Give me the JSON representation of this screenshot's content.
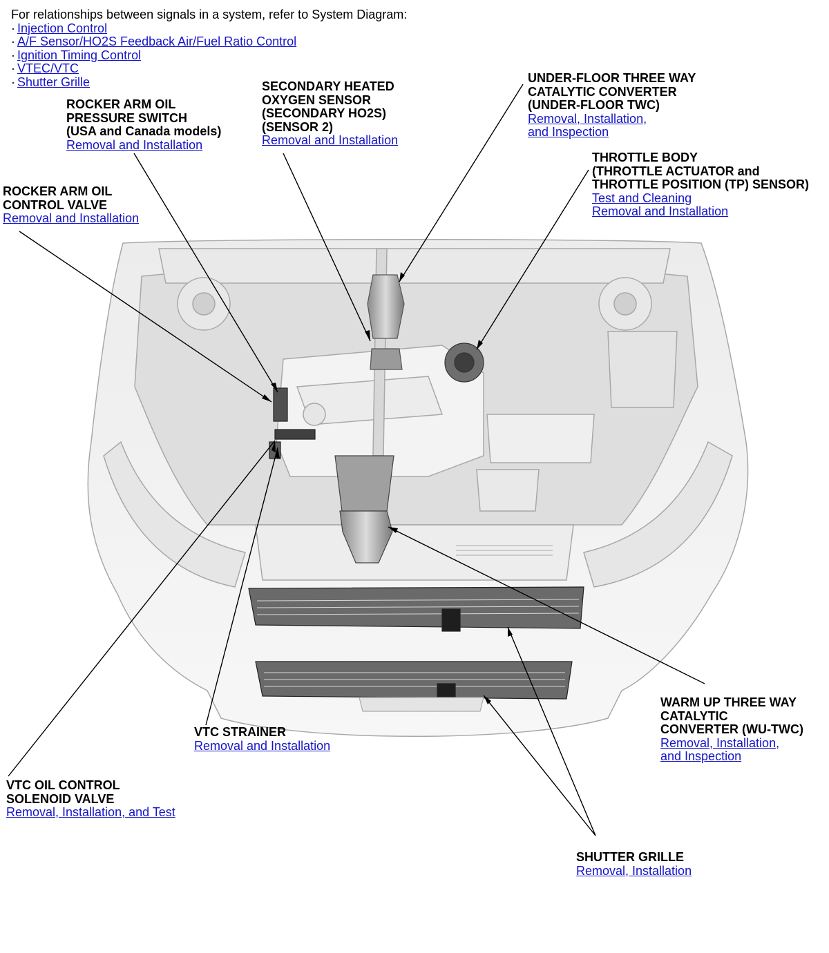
{
  "intro": {
    "text": "For relationships between signals in a system, refer to System Diagram:",
    "bullet": "·",
    "links": [
      "Injection Control",
      "A/F Sensor/HO2S Feedback Air/Fuel Ratio Control",
      "Ignition Timing Control",
      "VTEC/VTC",
      "Shutter Grille"
    ]
  },
  "callouts": {
    "rocker_switch": {
      "title": [
        "ROCKER ARM OIL",
        "PRESSURE SWITCH",
        "(USA and Canada models)"
      ],
      "links": [
        "Removal and Installation"
      ]
    },
    "secondary_ho2s": {
      "title": [
        "SECONDARY HEATED",
        "OXYGEN SENSOR",
        "(SECONDARY HO2S)",
        "(SENSOR 2)"
      ],
      "links": [
        "Removal and Installation"
      ]
    },
    "underfloor_twc": {
      "title": [
        "UNDER-FLOOR THREE WAY",
        "CATALYTIC CONVERTER",
        "(UNDER-FLOOR TWC)"
      ],
      "links": [
        "Removal, Installation,",
        "and Inspection"
      ]
    },
    "throttle_body": {
      "title": [
        "THROTTLE BODY",
        "(THROTTLE ACTUATOR and",
        "THROTTLE POSITION (TP) SENSOR)"
      ],
      "links": [
        "Test and Cleaning",
        "Removal and Installation"
      ]
    },
    "rocker_valve": {
      "title": [
        "ROCKER ARM OIL",
        "CONTROL VALVE"
      ],
      "links": [
        "Removal and Installation"
      ]
    },
    "vtc_strainer": {
      "title": [
        "VTC STRAINER"
      ],
      "links": [
        "Removal and Installation"
      ]
    },
    "vtc_solenoid": {
      "title": [
        "VTC OIL CONTROL",
        "SOLENOID VALVE"
      ],
      "links": [
        "Removal, Installation, and Test"
      ]
    },
    "wu_twc": {
      "title": [
        "WARM UP THREE WAY",
        "CATALYTIC",
        "CONVERTER (WU-TWC)"
      ],
      "links": [
        "Removal, Installation,",
        "and Inspection"
      ]
    },
    "shutter_grille": {
      "title": [
        "SHUTTER GRILLE"
      ],
      "links": [
        "Removal, Installation"
      ]
    }
  },
  "colors": {
    "link": "#1515c8",
    "text": "#000000",
    "line_art": "#9a9a9a",
    "body_fill": "#f2f2f2"
  }
}
